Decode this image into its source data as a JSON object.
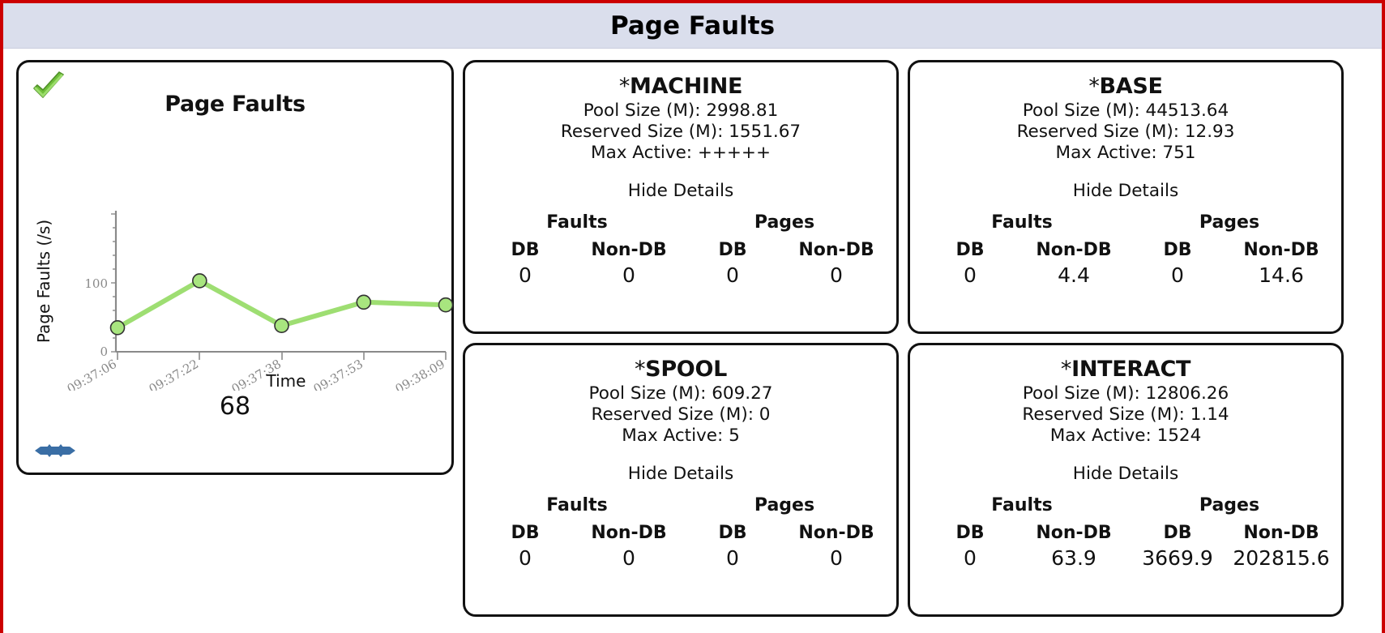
{
  "header": {
    "title": "Page Faults"
  },
  "chart_card": {
    "status_icon": "green-check-icon",
    "resize_icon": "resize-handle-icon",
    "current_value": "68"
  },
  "chart_data": {
    "type": "line",
    "title": "Page Faults",
    "xlabel": "Time",
    "ylabel": "Page Faults (/s)",
    "categories": [
      "09:37:06",
      "09:37:22",
      "09:37:38",
      "09:37:53",
      "09:38:09"
    ],
    "values": [
      35,
      103,
      38,
      72,
      68
    ],
    "ylim": [
      0,
      160
    ],
    "yticks": [
      0,
      100
    ],
    "ytick_labels": [
      "0",
      "100"
    ],
    "grid": false,
    "legend": "none",
    "line_color": "#9ede72",
    "marker_color": "#a8e57f",
    "marker_edge": "#333333"
  },
  "pools": [
    {
      "star": "*",
      "name": "MACHINE",
      "pool_size": "Pool Size (M): 2998.81",
      "reserved_size": "Reserved Size (M): 1551.67",
      "max_active": "Max Active: +++++",
      "toggle_label": "Hide Details",
      "groups": [
        "Faults",
        "Pages"
      ],
      "columns": [
        "DB",
        "Non-DB",
        "DB",
        "Non-DB"
      ],
      "values": [
        "0",
        "0",
        "0",
        "0"
      ]
    },
    {
      "star": "*",
      "name": "BASE",
      "pool_size": "Pool Size (M): 44513.64",
      "reserved_size": "Reserved Size (M): 12.93",
      "max_active": "Max Active: 751",
      "toggle_label": "Hide Details",
      "groups": [
        "Faults",
        "Pages"
      ],
      "columns": [
        "DB",
        "Non-DB",
        "DB",
        "Non-DB"
      ],
      "values": [
        "0",
        "4.4",
        "0",
        "14.6"
      ]
    },
    {
      "star": "*",
      "name": "SPOOL",
      "pool_size": "Pool Size (M): 609.27",
      "reserved_size": "Reserved Size (M): 0",
      "max_active": "Max Active: 5",
      "toggle_label": "Hide Details",
      "groups": [
        "Faults",
        "Pages"
      ],
      "columns": [
        "DB",
        "Non-DB",
        "DB",
        "Non-DB"
      ],
      "values": [
        "0",
        "0",
        "0",
        "0"
      ]
    },
    {
      "star": "*",
      "name": "INTERACT",
      "pool_size": "Pool Size (M): 12806.26",
      "reserved_size": "Reserved Size (M): 1.14",
      "max_active": "Max Active: 1524",
      "toggle_label": "Hide Details",
      "groups": [
        "Faults",
        "Pages"
      ],
      "columns": [
        "DB",
        "Non-DB",
        "DB",
        "Non-DB"
      ],
      "values": [
        "0",
        "63.9",
        "3669.9",
        "202815.6"
      ]
    }
  ],
  "colors": {
    "header_bg": "#dadeec",
    "page_border": "#cc0000",
    "panel_border": "#111111",
    "series_green": "#9ede72",
    "status_green": "#5fbb2e",
    "handle_blue": "#3a6ea5"
  }
}
